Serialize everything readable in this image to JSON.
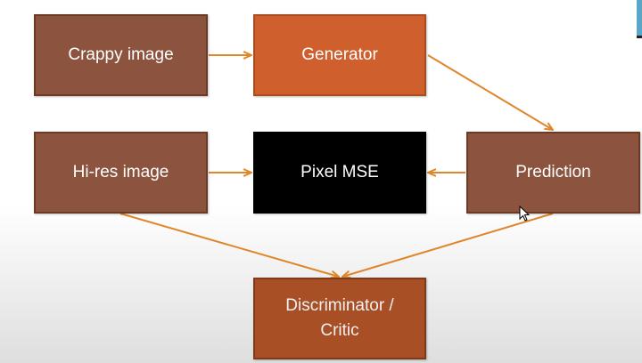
{
  "diagram": {
    "nodes": [
      {
        "id": "crappy",
        "label": "Crappy image"
      },
      {
        "id": "generator",
        "label": "Generator"
      },
      {
        "id": "hires",
        "label": "Hi-res image"
      },
      {
        "id": "mse",
        "label": "Pixel MSE"
      },
      {
        "id": "prediction",
        "label": "Prediction"
      },
      {
        "id": "discriminator",
        "label": "Discriminator /\nCritic"
      }
    ],
    "edges": [
      {
        "from": "crappy",
        "to": "generator"
      },
      {
        "from": "generator",
        "to": "prediction"
      },
      {
        "from": "hires",
        "to": "mse"
      },
      {
        "from": "prediction",
        "to": "mse"
      },
      {
        "from": "hires",
        "to": "discriminator"
      },
      {
        "from": "prediction",
        "to": "discriminator"
      }
    ],
    "colors": {
      "brown_box": "#8c543e",
      "generator_box": "#d05f2e",
      "mse_box": "#000000",
      "discriminator_box": "#a84f26",
      "arrow": "#e0862a"
    }
  }
}
